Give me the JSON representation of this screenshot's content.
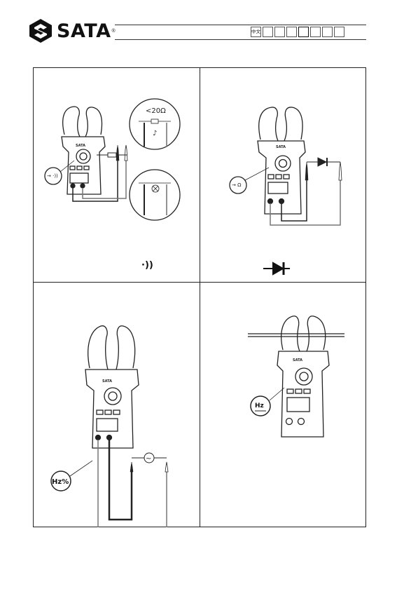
{
  "brand": {
    "name": "SATA"
  },
  "header": {
    "language_tabs": [
      {
        "label": "中文",
        "active": false
      },
      {
        "label": "",
        "active": false
      },
      {
        "label": "",
        "active": false
      },
      {
        "label": "",
        "active": false
      },
      {
        "label": "",
        "active": true
      },
      {
        "label": "",
        "active": false
      },
      {
        "label": "",
        "active": false
      },
      {
        "label": "",
        "active": false
      }
    ]
  },
  "panels": {
    "continuity": {
      "inset_resistance": "<20Ω",
      "footer_symbol": "·))"
    },
    "diode": {
      "footer_symbol": "diode"
    },
    "frequency_voltage": {
      "dial_label": "Hz%",
      "source_symbol": "~"
    },
    "frequency_current": {
      "dial_label": "Hz"
    }
  },
  "meter": {
    "brand_label": "SATA"
  }
}
